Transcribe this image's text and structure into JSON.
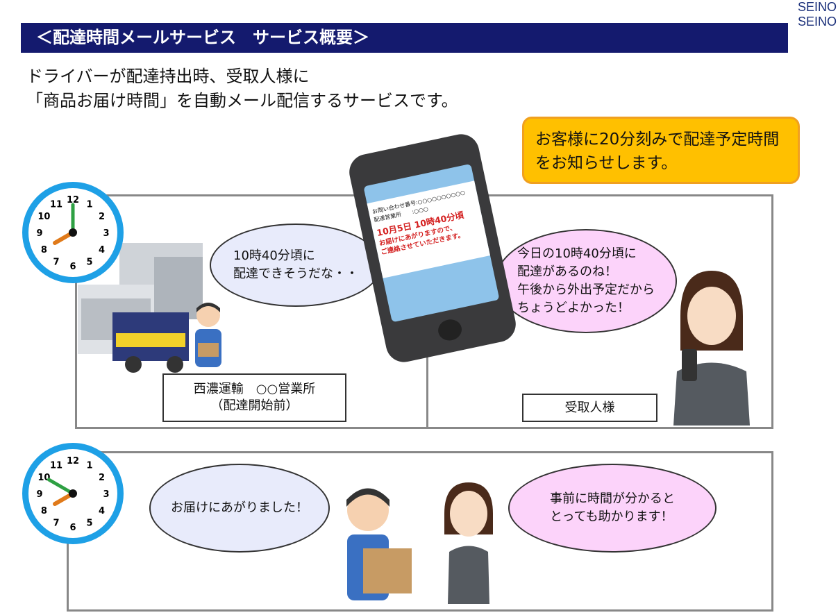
{
  "logo": {
    "text": "SEINO"
  },
  "title": "＜配達時間メールサービス　サービス概要＞",
  "lead": [
    "ドライバーが配達持出時、受取人様に",
    "「商品お届け時間」を自動メール配信するサービスです。"
  ],
  "callout": "お客様に20分刻みで配達予定時間をお知らせします。",
  "phone": {
    "line1": "お問い合わせ番号:○○○○○○○○○○",
    "line2": "配達営業所　　:○○○",
    "time": "10月5日 10時40分頃",
    "msg1": "お届けにあがりますので、",
    "msg2": "ご連絡させていただきます。"
  },
  "panel1": {
    "driver_bubble": [
      "10時40分頃に",
      "配達できそうだな・・"
    ],
    "customer_bubble": [
      "今日の10時40分頃に",
      "配達があるのね！",
      "午後から外出予定だから",
      "ちょうどよかった！"
    ],
    "sender_label": [
      "西濃運輸　○○営業所",
      "（配達開始前）"
    ],
    "receiver_label": "受取人様"
  },
  "panel2": {
    "driver_bubble": "お届けにあがりました！",
    "customer_bubble": [
      "事前に時間が分かると",
      "とっても助かります！"
    ]
  },
  "clock_numbers": [
    "12",
    "1",
    "2",
    "3",
    "4",
    "5",
    "6",
    "7",
    "8",
    "9",
    "10",
    "11"
  ],
  "colors": {
    "title_bg": "#141a6e",
    "callout": "#ffc000",
    "clock": "#1ea0e6",
    "bubble_blue": "#e8ebfb",
    "bubble_pink": "#fcd3fa"
  }
}
